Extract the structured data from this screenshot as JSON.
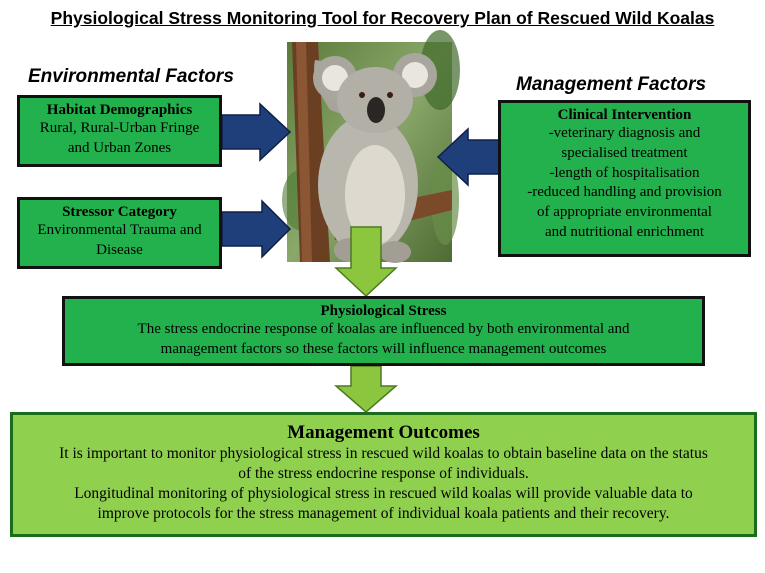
{
  "title": "Physiological Stress Monitoring Tool for Recovery Plan of Rescued Wild Koalas",
  "environmental": {
    "heading": "Environmental Factors",
    "habitat": {
      "title": "Habitat Demographics",
      "text": [
        "Rural, Rural-Urban Fringe",
        "and Urban Zones"
      ]
    },
    "stressor": {
      "title": "Stressor Category",
      "text": [
        "Environmental Trauma and",
        "Disease"
      ]
    }
  },
  "management": {
    "heading": "Management Factors",
    "clinical": {
      "title": "Clinical Intervention",
      "text": [
        "-veterinary diagnosis and",
        "specialised treatment",
        "-length of hospitalisation",
        "-reduced handling and provision",
        "of appropriate environmental",
        "and nutritional enrichment"
      ]
    }
  },
  "stress": {
    "title": "Physiological Stress",
    "text": [
      "The stress endocrine response of koalas are influenced by both environmental and",
      "management factors so these factors will influence management outcomes"
    ]
  },
  "outcomes": {
    "title": "Management Outcomes",
    "text": [
      "It is important to monitor physiological stress in rescued wild koalas to obtain baseline data on the status",
      "of the stress endocrine response of individuals.",
      "Longitudinal monitoring of physiological stress in rescued wild koalas will provide valuable data to",
      "improve protocols for the stress management of individual koala patients and their recovery."
    ]
  },
  "colors": {
    "box_green": "#22b14c",
    "outcome_green": "#8fd14f",
    "arrow_blue": "#1f3f7a",
    "arrow_green": "#8cc63f"
  }
}
